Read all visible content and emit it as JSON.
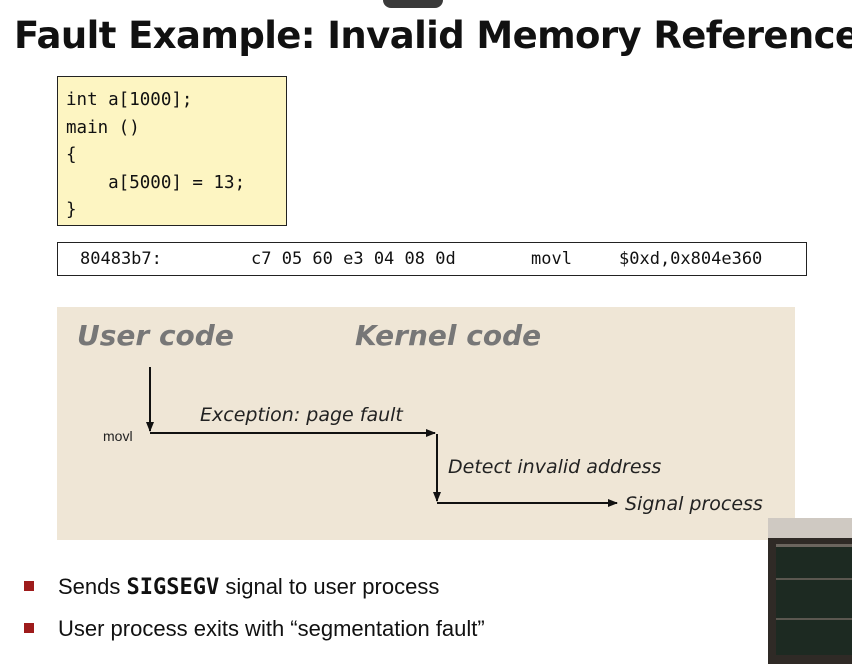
{
  "slide": {
    "title": "Fault Example: Invalid Memory Reference"
  },
  "code": {
    "lines": [
      "int a[1000];",
      "main ()",
      "{",
      "    a[5000] = 13;",
      "}"
    ]
  },
  "assembly": {
    "address": "80483b7:",
    "bytes": "c7 05 60 e3 04 08 0d",
    "mnemonic": "movl",
    "operands": "$0xd,0x804e360"
  },
  "diagram": {
    "user_heading": "User code",
    "kernel_heading": "Kernel code",
    "instruction_label": "movl",
    "step1": "Exception: page fault",
    "step2": "Detect invalid address",
    "step3": "Signal process",
    "colors": {
      "panel_bg": "#efe6d6",
      "heading_gray": "#777777",
      "arrow": "#111111"
    }
  },
  "bullets": {
    "item1_prefix": "Sends ",
    "item1_signal": "SIGSEGV",
    "item1_suffix": " signal to user process",
    "item2": "User process exits with “segmentation fault”",
    "marker_color": "#9e1b1b"
  }
}
